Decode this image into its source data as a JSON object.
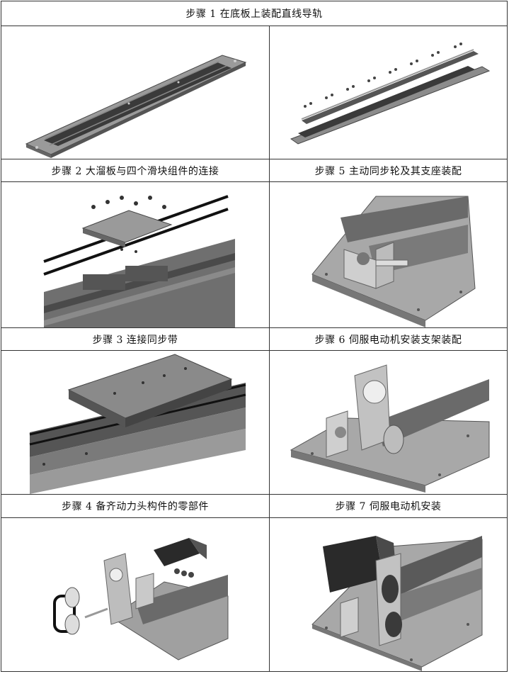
{
  "table": {
    "title": "步骤 1    在底板上装配直线导轨",
    "captions": {
      "step2": "步骤 2    大溜板与四个滑块组件的连接",
      "step5": "步骤 5    主动同步轮及其支座装配",
      "step3": "步骤 3    连接同步带",
      "step6": "步骤 6    伺服电动机安装支架装配",
      "step4": "步骤 4    备齐动力头构件的零部件",
      "step7": "步骤 7    伺服电动机安装"
    }
  },
  "colors": {
    "border": "#333333",
    "metal": "#8a8a8a",
    "dark": "#2a2a2a"
  }
}
